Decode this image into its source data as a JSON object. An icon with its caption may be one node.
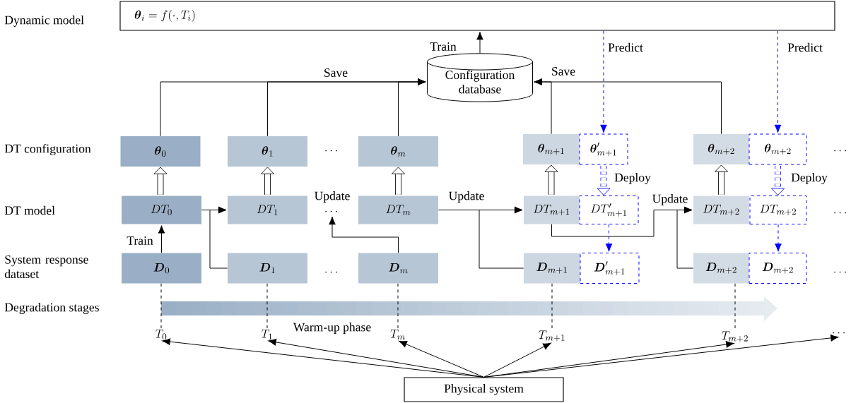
{
  "diagram": {
    "nodes": [
      {
        "text": [
          "\\boldsymbol{\\theta}_i = f(\\cdot, T_i)"
        ]
      },
      {
        "text": [
          "Configuration database"
        ]
      },
      {
        "text": [
          "\\boldsymbol{\\theta}_0"
        ]
      },
      {
        "text": [
          "\\boldsymbol{\\theta}_1"
        ]
      },
      {
        "text": [
          "\\boldsymbol{\\theta}_m"
        ]
      },
      {
        "text": [
          "\\boldsymbol{\\theta}_{m+1}"
        ]
      },
      {
        "text": [
          "\\boldsymbol{\\theta}'_{m+1}"
        ]
      },
      {
        "text": [
          "\\boldsymbol{\\theta}_{m+2}"
        ]
      },
      {
        "text": [
          "\\boldsymbol{\\theta}_{m+2}"
        ]
      },
      {
        "text": [
          "DT_0"
        ]
      },
      {
        "text": [
          "DT_1"
        ]
      },
      {
        "text": [
          "DT_m"
        ]
      },
      {
        "text": [
          "DT_{m+1}"
        ]
      },
      {
        "text": [
          "DT'_{m+1}"
        ]
      },
      {
        "text": [
          "DT_{m+2}"
        ]
      },
      {
        "text": [
          "DT_{m+2}"
        ]
      },
      {
        "text": [
          "\\boldsymbol{D}_0"
        ]
      },
      {
        "text": [
          "\\boldsymbol{D}_1"
        ]
      },
      {
        "text": [
          "\\boldsymbol{D}_m"
        ]
      },
      {
        "text": [
          "\\boldsymbol{D}_{m+1}"
        ]
      },
      {
        "text": [
          "\\boldsymbol{D}'_{m+1}"
        ]
      },
      {
        "text": [
          "\\boldsymbol{D}_{m+2}"
        ]
      },
      {
        "text": [
          "\\boldsymbol{D}_{m+2}"
        ]
      },
      {
        "text": [
          "Physical system"
        ]
      },
      {
        "text": [
          "T_0"
        ]
      },
      {
        "text": [
          "T_1"
        ]
      },
      {
        "text": [
          "T_m"
        ]
      },
      {
        "text": [
          "T_{m+1}"
        ]
      },
      {
        "text": [
          "T_{m+2}"
        ]
      },
      {
        "text": [
          "\\cdots"
        ]
      },
      {
        "text": [
          "\\cdots"
        ]
      }
    ],
    "edges": [
      {
        "from": 2,
        "to": 1,
        "arrow": "to",
        "label": "Save"
      },
      {
        "from": 3,
        "to": 1,
        "arrow": "to"
      },
      {
        "from": 4,
        "to": 1,
        "arrow": "to"
      },
      {
        "from": 5,
        "to": 1,
        "arrow": "to",
        "label": "Save"
      },
      {
        "from": 7,
        "to": 1,
        "arrow": "to"
      },
      {
        "from": 1,
        "to": 0,
        "arrow": "to",
        "label": "Train"
      },
      {
        "from": 0,
        "to": 6,
        "arrow": "to",
        "label": "Predict",
        "style": "dashed",
        "color": "#0000ff"
      },
      {
        "from": 0,
        "to": 8,
        "arrow": "to",
        "label": "Predict",
        "style": "dashed",
        "color": "#0000ff"
      },
      {
        "from": 9,
        "to": 2,
        "arrow": "to",
        "style": "thick"
      },
      {
        "from": 10,
        "to": 3,
        "arrow": "to",
        "style": "thick"
      },
      {
        "from": 11,
        "to": 4,
        "arrow": "to",
        "style": "thick"
      },
      {
        "from": 12,
        "to": 5,
        "arrow": "to",
        "style": "thick"
      },
      {
        "from": 14,
        "to": 7,
        "arrow": "to",
        "style": "thick"
      },
      {
        "from": 6,
        "to": 13,
        "arrow": "to",
        "label": "Deploy",
        "style": "dashed",
        "color": "#0000ff"
      },
      {
        "from": 8,
        "to": 15,
        "arrow": "to",
        "label": "Deploy",
        "style": "dashed",
        "color": "#0000ff"
      },
      {
        "from": 16,
        "to": 9,
        "arrow": "to",
        "label": "Train"
      },
      {
        "from": 9,
        "to": 10,
        "arrow": "to"
      },
      {
        "from": 17,
        "to": 10,
        "arrow": "to"
      },
      {
        "from": 18,
        "to": 30,
        "arrow": "to",
        "label": "Update"
      },
      {
        "from": 11,
        "to": 12,
        "arrow": "to",
        "label": "Update"
      },
      {
        "from": 19,
        "to": 12,
        "arrow": "to"
      },
      {
        "from": 12,
        "to": 14,
        "arrow": "to",
        "label": "Update"
      },
      {
        "from": 21,
        "to": 14,
        "arrow": "to"
      },
      {
        "from": 13,
        "to": 20,
        "arrow": "to",
        "style": "dashed",
        "color": "#0000ff"
      },
      {
        "from": 15,
        "to": 22,
        "arrow": "to",
        "style": "dashed",
        "color": "#0000ff"
      },
      {
        "from": 16,
        "to": 24,
        "arrow": "none",
        "style": "dashed"
      },
      {
        "from": 17,
        "to": 25,
        "arrow": "none",
        "style": "dashed"
      },
      {
        "from": 18,
        "to": 26,
        "arrow": "none",
        "style": "dashed"
      },
      {
        "from": 19,
        "to": 27,
        "arrow": "none",
        "style": "dashed"
      },
      {
        "from": 21,
        "to": 28,
        "arrow": "none",
        "style": "dashed"
      },
      {
        "from": 23,
        "to": 24,
        "arrow": "to"
      },
      {
        "from": 23,
        "to": 25,
        "arrow": "to"
      },
      {
        "from": 23,
        "to": 26,
        "arrow": "to"
      },
      {
        "from": 23,
        "to": 27,
        "arrow": "to"
      },
      {
        "from": 23,
        "to": 28,
        "arrow": "to"
      },
      {
        "from": 23,
        "to": 29,
        "arrow": "to"
      }
    ],
    "labels": [
      "Dynamic model",
      "DT configuration",
      "\\cdots",
      "\\cdots",
      "DT model",
      "\\cdots",
      "System response dataset",
      "\\cdots",
      "\\cdots",
      "Degradation stages",
      "Warm-up phase"
    ]
  }
}
